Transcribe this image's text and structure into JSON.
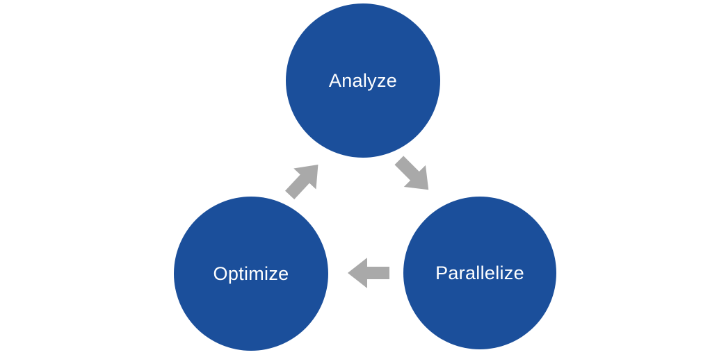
{
  "diagram": {
    "type": "cycle",
    "direction": "clockwise",
    "nodes": [
      {
        "label": "Analyze",
        "position": "top-center"
      },
      {
        "label": "Parallelize",
        "position": "bottom-right"
      },
      {
        "label": "Optimize",
        "position": "bottom-left"
      }
    ],
    "arrows": [
      {
        "name": "analyze-to-parallelize",
        "from": "Analyze",
        "to": "Parallelize",
        "direction": "down-right"
      },
      {
        "name": "parallelize-to-optimize",
        "from": "Parallelize",
        "to": "Optimize",
        "direction": "left"
      },
      {
        "name": "optimize-to-analyze",
        "from": "Optimize",
        "to": "Analyze",
        "direction": "up-right"
      }
    ],
    "colors": {
      "node_fill": "#1b4f9b",
      "node_text": "#ffffff",
      "arrow_fill": "#a9a9a9",
      "background": "#ffffff"
    }
  }
}
